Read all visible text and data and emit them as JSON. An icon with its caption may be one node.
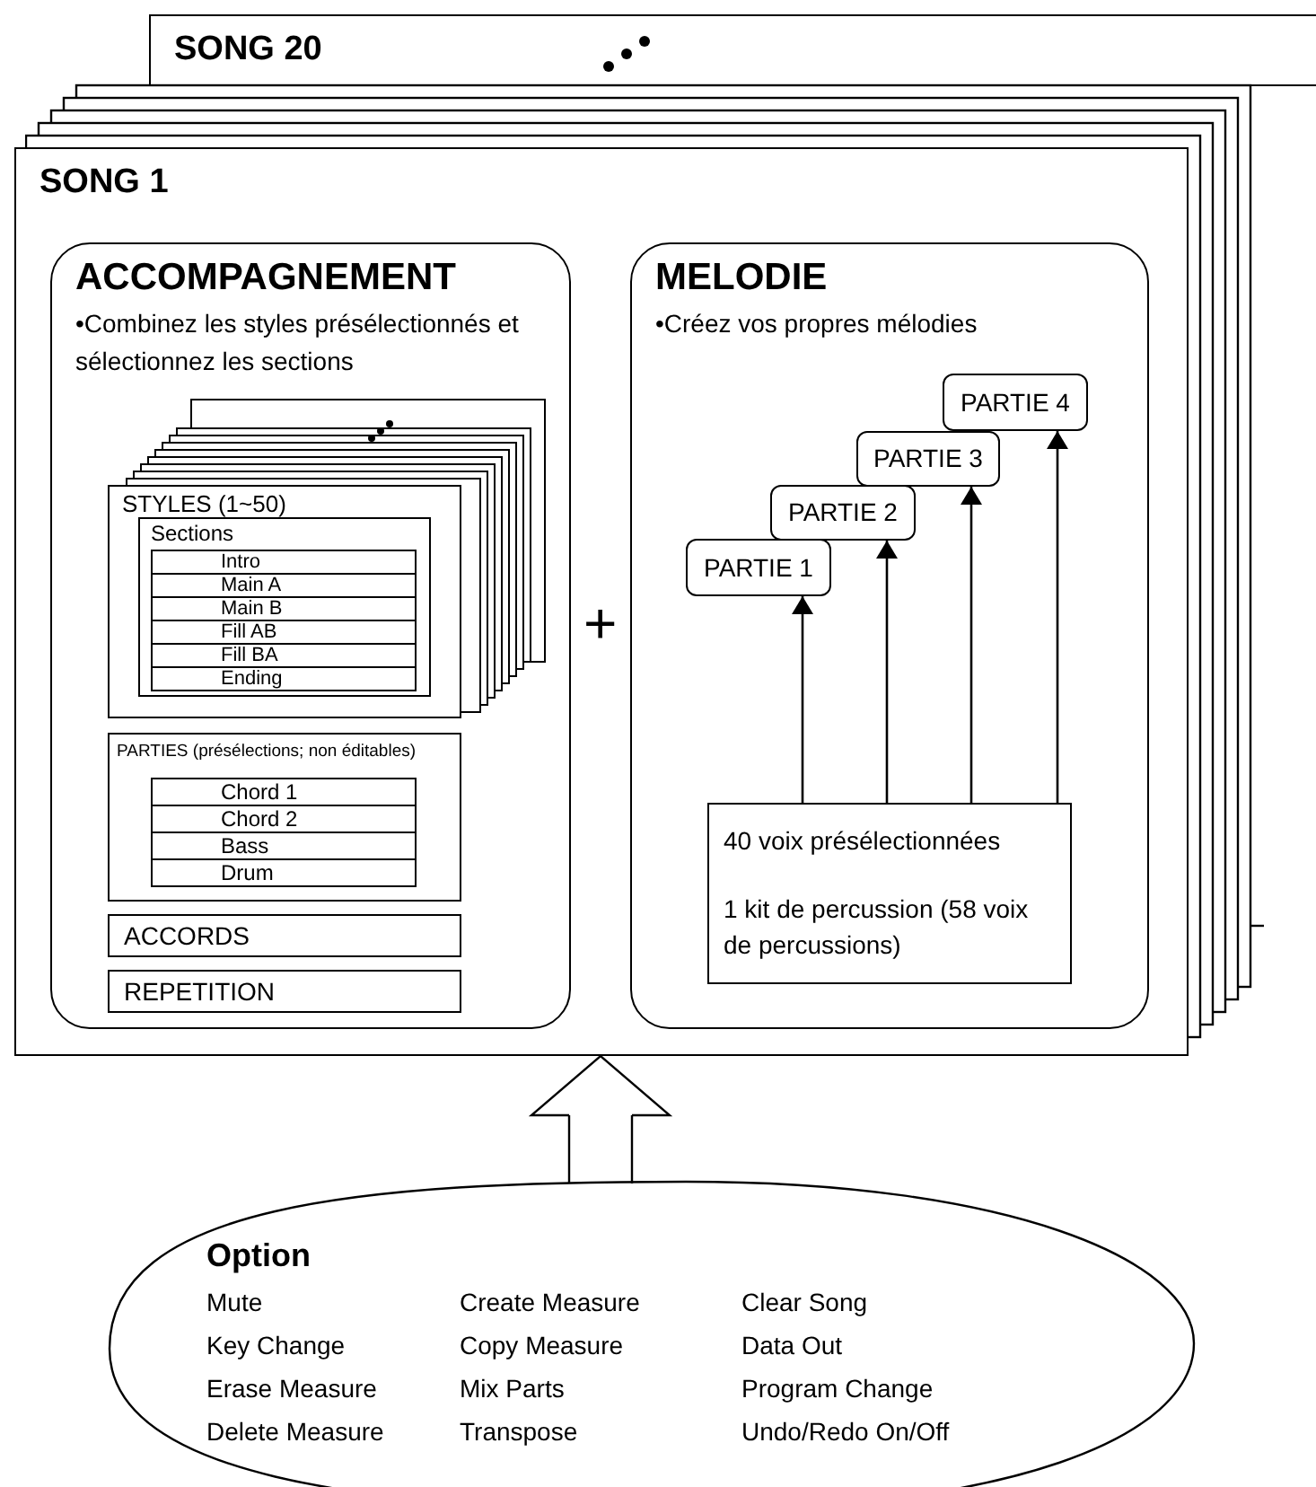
{
  "diagram": {
    "nodes": [
      {
        "text": [
          "SONG 20"
        ]
      },
      {
        "text": [
          "SONG 1"
        ]
      },
      {
        "text": [
          "ACCOMPAGNEMENT",
          "•Combinez les styles présélectionnés et sélectionnez les sections"
        ],
        "in": 1
      },
      {
        "text": [
          "STYLES (1~50)"
        ],
        "in": 2
      },
      {
        "text": [
          "Sections"
        ],
        "in": 3
      },
      {
        "text": [
          "Intro"
        ],
        "in": 4
      },
      {
        "text": [
          "Main A"
        ],
        "in": 4
      },
      {
        "text": [
          "Main B"
        ],
        "in": 4
      },
      {
        "text": [
          "Fill AB"
        ],
        "in": 4
      },
      {
        "text": [
          "Fill BA"
        ],
        "in": 4
      },
      {
        "text": [
          "Ending"
        ],
        "in": 4
      },
      {
        "text": [
          "PARTIES (présélections; non éditables)"
        ],
        "in": 2
      },
      {
        "text": [
          "Chord 1"
        ],
        "in": 11
      },
      {
        "text": [
          "Chord 2"
        ],
        "in": 11
      },
      {
        "text": [
          "Bass"
        ],
        "in": 11
      },
      {
        "text": [
          "Drum"
        ],
        "in": 11
      },
      {
        "text": [
          "ACCORDS"
        ],
        "in": 2
      },
      {
        "text": [
          "REPETITION"
        ],
        "in": 2
      },
      {
        "text": [
          "MELODIE",
          "•Créez vos propres mélodies"
        ],
        "in": 1
      },
      {
        "text": [
          "PARTIE 1"
        ],
        "in": 18
      },
      {
        "text": [
          "PARTIE 2"
        ],
        "in": 18
      },
      {
        "text": [
          "PARTIE 3"
        ],
        "in": 18
      },
      {
        "text": [
          "PARTIE 4"
        ],
        "in": 18
      },
      {
        "text": [
          "40 voix présélectionnées",
          "1 kit de percussion (58 voix de percussions)"
        ],
        "in": 18
      },
      {
        "text": [
          "Option",
          "Mute",
          "Create Measure",
          "Clear Song",
          "Key Change",
          "Copy Measure",
          "Data Out",
          "Erase Measure",
          "Mix Parts",
          "Program Change",
          "Delete Measure",
          "Transpose",
          "Undo/Redo On/Off"
        ]
      }
    ],
    "edges": [
      {
        "from": 23,
        "to": 19,
        "arrow": "to"
      },
      {
        "from": 23,
        "to": 20,
        "arrow": "to"
      },
      {
        "from": 23,
        "to": 21,
        "arrow": "to"
      },
      {
        "from": 23,
        "to": 22,
        "arrow": "to"
      },
      {
        "from": 24,
        "to": 1,
        "arrow": "to"
      }
    ],
    "labels": [
      "+"
    ]
  }
}
